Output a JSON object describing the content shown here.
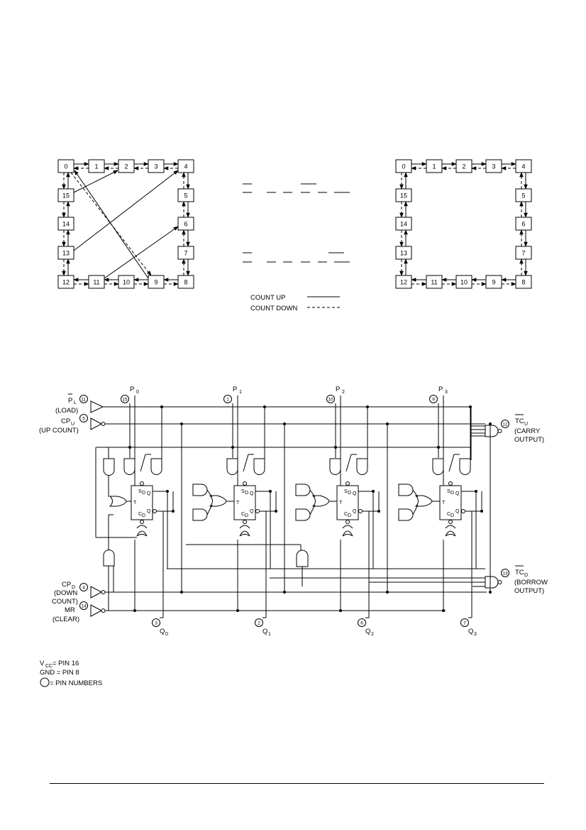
{
  "state_diagram": {
    "states": [
      "0",
      "1",
      "2",
      "3",
      "4",
      "5",
      "6",
      "7",
      "8",
      "9",
      "10",
      "11",
      "12",
      "13",
      "14",
      "15"
    ],
    "legend": {
      "count_up": "COUNT UP",
      "count_down": "COUNT DOWN"
    }
  },
  "logic_diagram": {
    "inputs": {
      "pl": {
        "name": "P",
        "sub": "L",
        "desc": "(LOAD)",
        "pin": "11"
      },
      "cpu": {
        "name": "CP",
        "sub": "U",
        "desc": "(UP COUNT)",
        "pin": "5"
      },
      "cpd": {
        "name": "CP",
        "sub": "D",
        "desc1": "(DOWN",
        "desc2": "COUNT)",
        "pin": "4"
      },
      "mr": {
        "name": "MR",
        "desc": "(CLEAR)",
        "pin": "14"
      }
    },
    "outputs": {
      "tcu": {
        "name": "TC",
        "sub": "U",
        "desc1": "(CARRY",
        "desc2": "OUTPUT)",
        "pin": "12"
      },
      "tcd": {
        "name": "TC",
        "sub": "D",
        "desc1": "(BORROW",
        "desc2": "OUTPUT)",
        "pin": "13"
      }
    },
    "data_inputs": [
      {
        "name": "P",
        "sub": "0",
        "pin": "15"
      },
      {
        "name": "P",
        "sub": "1",
        "pin": "1"
      },
      {
        "name": "P",
        "sub": "2",
        "pin": "10"
      },
      {
        "name": "P",
        "sub": "3",
        "pin": "9"
      }
    ],
    "q_outputs": [
      {
        "name": "Q",
        "sub": "0",
        "pin": "3"
      },
      {
        "name": "Q",
        "sub": "1",
        "pin": "2"
      },
      {
        "name": "Q",
        "sub": "2",
        "pin": "6"
      },
      {
        "name": "Q",
        "sub": "3",
        "pin": "7"
      }
    ],
    "flipflop_labels": {
      "set": "S",
      "set_sub": "D",
      "clear": "C",
      "clear_sub": "D",
      "t": "T",
      "q": "Q"
    }
  },
  "notes": {
    "vcc": "V",
    "vcc_sub": "CC",
    "vcc_rest": " = PIN 16",
    "gnd": "GND = PIN 8",
    "pins": " = PIN NUMBERS"
  }
}
